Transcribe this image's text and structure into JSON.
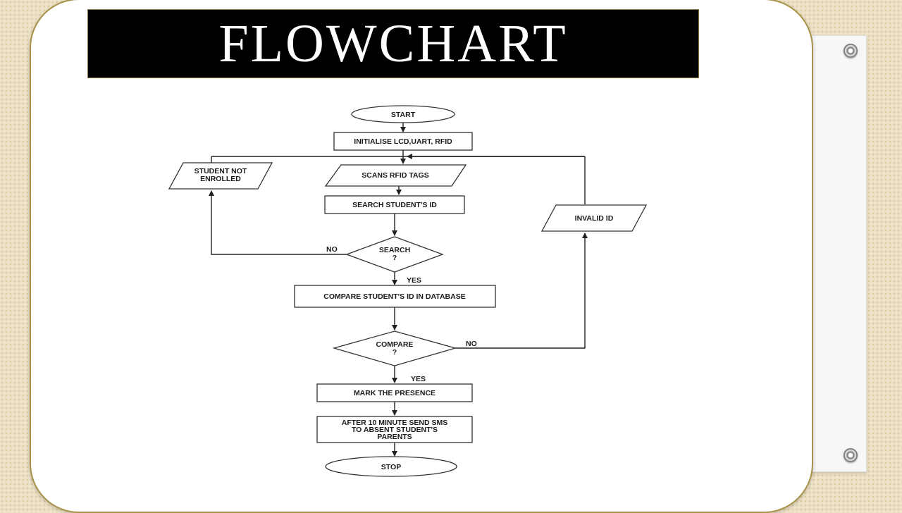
{
  "slide": {
    "title": "FLOWCHART"
  },
  "flowchart": {
    "nodes": {
      "start": "START",
      "init": "INITIALISE LCD,UART, RFID",
      "scan": "SCANS RFID TAGS",
      "search_id": "SEARCH STUDENT'S ID",
      "search_q_1": "SEARCH",
      "search_q_2": "?",
      "compare_db": "COMPARE STUDENT'S ID IN DATABASE",
      "compare_q_1": "COMPARE",
      "compare_q_2": "?",
      "mark": "MARK THE PRESENCE",
      "sms_1": "AFTER 10 MINUTE SEND SMS",
      "sms_2": "TO ABSENT STUDENT'S",
      "sms_3": "PARENTS",
      "stop": "STOP",
      "not_enrolled_1": "STUDENT NOT",
      "not_enrolled_2": "ENROLLED",
      "invalid": "INVALID ID"
    },
    "edges": {
      "search_no": "NO",
      "search_yes": "YES",
      "compare_no": "NO",
      "compare_yes": "YES"
    }
  }
}
